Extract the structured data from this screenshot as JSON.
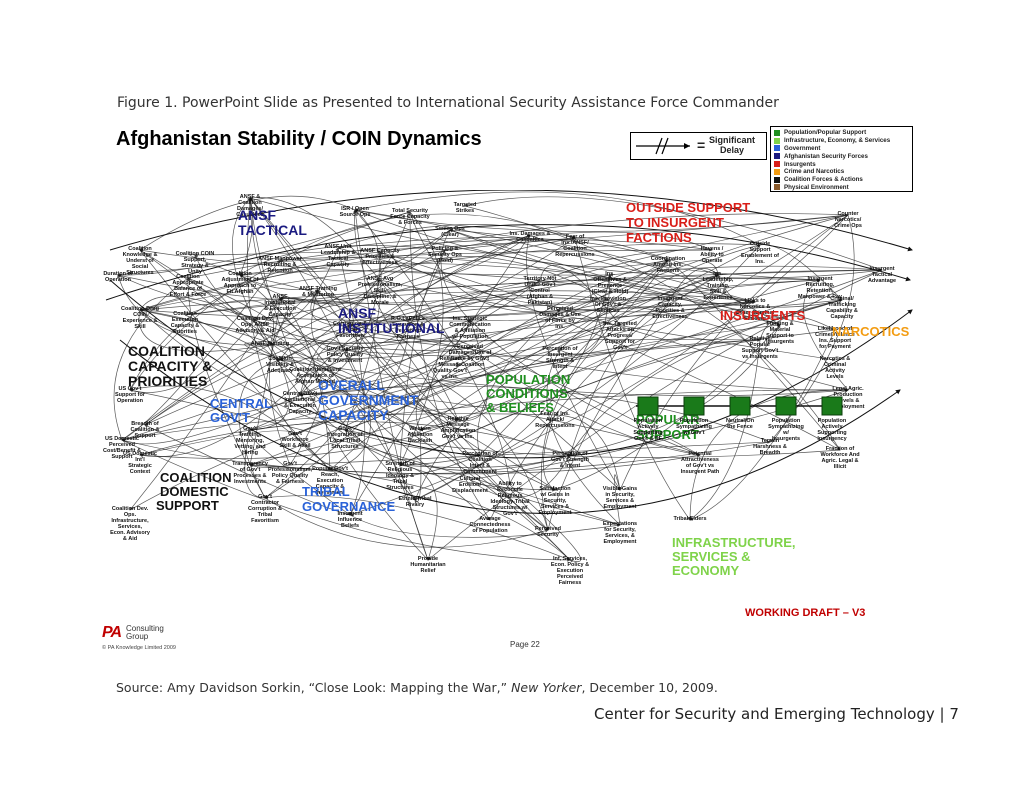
{
  "caption": "Figure 1. PowerPoint Slide as Presented to International Security Assistance Force Commander",
  "slide": {
    "title": "Afghanistan Stability / COIN Dynamics",
    "delay_legend": {
      "symbol": "//",
      "equals": "=",
      "label_line1": "Significant",
      "label_line2": "Delay"
    },
    "legend": [
      {
        "label": "Population/Popular Support",
        "color": "#1f8f1f"
      },
      {
        "label": "Infrastructure, Economy, & Services",
        "color": "#7fd34a"
      },
      {
        "label": "Government",
        "color": "#2a62d8"
      },
      {
        "label": "Afghanistan Security Forces",
        "color": "#1a1a80"
      },
      {
        "label": "Insurgents",
        "color": "#d91e18"
      },
      {
        "label": "Crime and Narcotics",
        "color": "#f39c12"
      },
      {
        "label": "Coalition Forces & Actions",
        "color": "#111111"
      },
      {
        "label": "Physical Environment",
        "color": "#8a5a2b"
      }
    ],
    "clusters": {
      "ansf_tactical": "ANSF TACTICAL",
      "ansf_institutional": "ANSF INSTITUTIONAL",
      "outside_support": "OUTSIDE SUPPORT TO INSURGENT FACTIONS",
      "insurgents": "INSURGENTS",
      "narcotics": "NARCOTICS",
      "coalition_capacity": "COALITION CAPACITY & PRIORITIES",
      "population_conditions": "POPULATION CONDITIONS & BELIEFS",
      "overall_government": "OVERALL GOVERNMENT CAPACITY",
      "central_govt": "CENTRAL GOV'T",
      "popular_support": "POPULAR SUPPORT",
      "coalition_domestic": "COALITION DOMESTIC SUPPORT",
      "tribal_governance": "TRIBAL GOVERNANCE",
      "infrastructure": "INFRASTRUCTURE, SERVICES & ECONOMY"
    },
    "support_scale": [
      "Population Actively Supporting Gov't & SF",
      "Population Sympathizing w/ Gov't",
      "Neutral/On the Fence",
      "Population Sympathizing w/ Insurgents",
      "Population Actively Supporting Insurgency"
    ],
    "nodes": [
      "ANSF & Coalition Damages/ Casualties",
      "ISR / Open Source Ops",
      "Total Security Force Capacity & Forces",
      "Targeted Strikes",
      "Sweep Ops (Clear)",
      "Policing & Security Ops (Hold)",
      "Ins. Damages & Casualties",
      "Fear of Ins./ANSF/ Coalition Repercussions",
      "Counter Narcotics/ Crime Ops",
      "Havens / Ability to Operate",
      "Outside Support Enablement of Ins.",
      "Coordination Among Ins. Factions",
      "Ins. Leadership, Training, Skill & Experience",
      "Insurgent Recruiting, Retention, Manpower & Pay",
      "Insurgent Tactical Advantage",
      "Criminal/ Trafficking Capability & Capacity",
      "Ins. Offensives & Presence (Clear & Hold)",
      "Territory Not Under Gov't Control (Afghan & Pakistan)",
      "Perceived Damages & Use of Force by Ins.",
      "Ins. Provision Of Gov't & Services",
      "Insurgent Capacity, Priorities & Effectiveness",
      "Links to Narcotics & Other Criminal Funding",
      "Funding & Material Support to Insurgents",
      "Likelihood of Crime/Violence Ins. Support for Payment",
      "Narcotics & Criminal Activity Levels",
      "Legal Agric. Production Levels & Employment",
      "Coalition Knowledge & Underst of Social Structures",
      "Coalition COIN Support, Strategy & Unity",
      "Duration of Operation",
      "Coalition Appropriate Balance of Effort & Force",
      "Coalition Adjustment of Approach to Fit Afghan",
      "ANSF Manpower Recruiting & Retention",
      "ANSF Unit Leadership & Tactical Capacity",
      "ANSF Capacity Priorities & Effectiveness",
      "ANSF Avg Professionalism, Skill, Discipline, & Morale",
      "ANSF Training & Mentoring",
      "ANSF Institutional & Execution Capacity",
      "Coalition Dev. Ops. ANSF Advisory & Aid",
      "Coalition Drug COIN Experience & Skill",
      "Coalition Execution Capacity & Priorities",
      "Corruption & Tribal Favoritism",
      "R.O.L. Police Execution & Perceived Fairness",
      "Ins. Strategic Communication & Affiliation w/ Population",
      "Perceived Damages/Use of Force by Gov't & Coalition",
      "Perception of Insurgent Strength & Intent",
      "Ins. Targeted Attacks on Progress/ Support for Gov't",
      "Relative Popular Support Gov't vs Insurgents",
      "ANSF Funding",
      "Coalition Visibility & Adequacy",
      "Coalition/Homeland Acceptance of Afghan Method",
      "Gov't Security Policy Quality & Investment",
      "Relative Message Quality Gov't vs Ins.",
      "US Gov't Support for Operation",
      "Breadth of Coalition & Support",
      "US Domestic Perceived Cost/Benefit & Support",
      "US Domestic Int'l Strategic Context",
      "Central Gov't Institutional & Execution Capacity",
      "Gov't Training, Mentoring, Vetting, and Hiring",
      "Gov't Workforce Skill & Avail",
      "Gov't Integration of Local Tribal Structures",
      "Relative Message Amplification Gov't vs Ins.",
      "Fear of Ins. Attack/ Repercussions",
      "Western Affiliation Backlash",
      "Perception of Coalition Intent & Commitment",
      "Perception of Gov't Strength & Intent",
      "Potential Attractiveness of Gov't vs Insurgent Path",
      "Terrain Harshness & Breadth",
      "Fraction of Workforce And Agric. Legal & Illicit",
      "Transparency of Gov't Processes & Investments",
      "Gov't Professionalism, Policy Quality & Fairness",
      "Popular Gov't Reach, Execution Capacity & Investment",
      "Strength of Religious Ideology & Tribal Structures",
      "Cultural Erosion/ Displacement",
      "Ability to Reconcile Religious Ideology-Tribal Structures w/ Gov't",
      "Satisfaction w/ Gains in Security, Services & Employment",
      "Visible Gains in Security, Services & Employment",
      "Gov't Contractor Corruption & Tribal Favoritism",
      "Coalition Dev. Ops. Infrastructure, Services, Econ. Advisory & Aid",
      "Ethnic/Tribal Rivalry",
      "Insurgent Influence Beliefs",
      "Average Connectedness of Population",
      "Perceived Security",
      "Expectations for Security, Services, & Employment",
      "Inf, Services, Econ. Policy & Execution Perceived Fairness",
      "Provide Humanitarian Relief",
      "Tribal Elders"
    ],
    "working_draft": "WORKING DRAFT – V3",
    "pa_mark": "PA",
    "pa_company": "Consulting Group",
    "pa_copyright": "© PA Knowledge Limited 2009",
    "page": "Page 22"
  },
  "source": {
    "prefix": "Source: Amy Davidson Sorkin, “Close Look: Mapping the War,” ",
    "publication": "New Yorker",
    "suffix": ", December 10, 2009."
  },
  "footer": "Center for Security and Emerging Technology | 7"
}
